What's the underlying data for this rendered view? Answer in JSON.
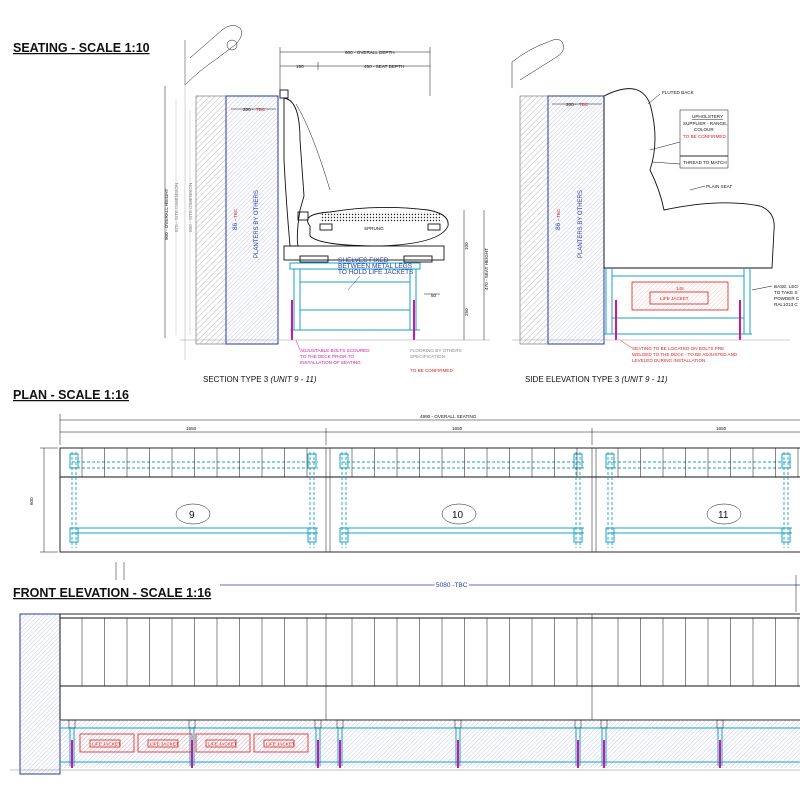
{
  "headings": {
    "seating": "SEATING - SCALE 1:10",
    "plan": "PLAN - SCALE 1:16",
    "front": "FRONT ELEVATION - SCALE 1:16"
  },
  "captions": {
    "section": "SECTION TYPE 3",
    "section_units": "(UNIT 9 - 11)",
    "side": "SIDE ELEVATION TYPE 3",
    "side_units": "(UNIT 9 - 11)"
  },
  "section": {
    "overall_depth": "600 - OVERALL DEPTH",
    "dim_150": "150",
    "seat_depth": "450 - SEAT DEPTH",
    "dim_200": "200 -",
    "tbc": "TBC",
    "overall_height": "900 - OVERALL HEIGHT",
    "grey_dim_1": "875 - SITE DIMENSION",
    "grey_dim_2": "850 - SITE DIMENSION",
    "planters": "PLANTERS BY OTHERS",
    "planter_dim": "86 -",
    "planter_tbc": "TBC",
    "sprung": "SPRUNG",
    "seat_height": "470 - SEAT HEIGHT",
    "dim_100": "100",
    "dim_250": "250",
    "dim_50": "50",
    "shelves": [
      "SHELVES FIXED",
      "BETWEEN METAL LEGS",
      "TO HOLD LIFE JACKETS"
    ],
    "bolts": [
      "ADJUSTABLE BOLTS SCOURED",
      "TO THE DECK PRIOR TO",
      "INSTALLATION OF SEATING"
    ],
    "flooring": [
      "FLOORING BY OTHERS",
      "SPECIFICATION"
    ],
    "to_be_confirmed": "TO BE CONFIRMED"
  },
  "side": {
    "dim_200": "200 -",
    "tbc": "TBC",
    "planters": "PLANTERS BY OTHERS",
    "planter_dim": "86 -",
    "planter_tbc": "TBC",
    "fluted_back": "FLUTED BACK",
    "upholstery_title": "UPHOLSTERY",
    "upholstery_lines": [
      "SUPPLIER - RANGE,",
      "COLOUR"
    ],
    "upholstery_tbc": "TO BE CONFIRMED",
    "thread": "THREAD TO MATCH",
    "plain_seat": "PLAIN SEAT",
    "base_note": [
      "BASE: LEG",
      "TO TAKE S",
      "POWDER C",
      "RAL1013 C"
    ],
    "life_jacket": "LIFE JACKET",
    "lj_dim": "145",
    "seating_note": [
      "SEATING TO BE LOCATED ON BOLTS PRE",
      "WELDED TO THE DECK - TO BE ADJUSTED AND",
      "LEVELED DURING INSTALLATION"
    ]
  },
  "plan": {
    "overall_seating": "4990 - OVERALL SEATING",
    "seg_dim_1": "1650",
    "seg_dim_2": "1650",
    "seg_dim_3": "1650",
    "depth_dim": "600",
    "units": [
      "9",
      "10",
      "11"
    ]
  },
  "front": {
    "width_dim": "5080 -TBC",
    "life_jacket": "LIFE JACKET"
  }
}
